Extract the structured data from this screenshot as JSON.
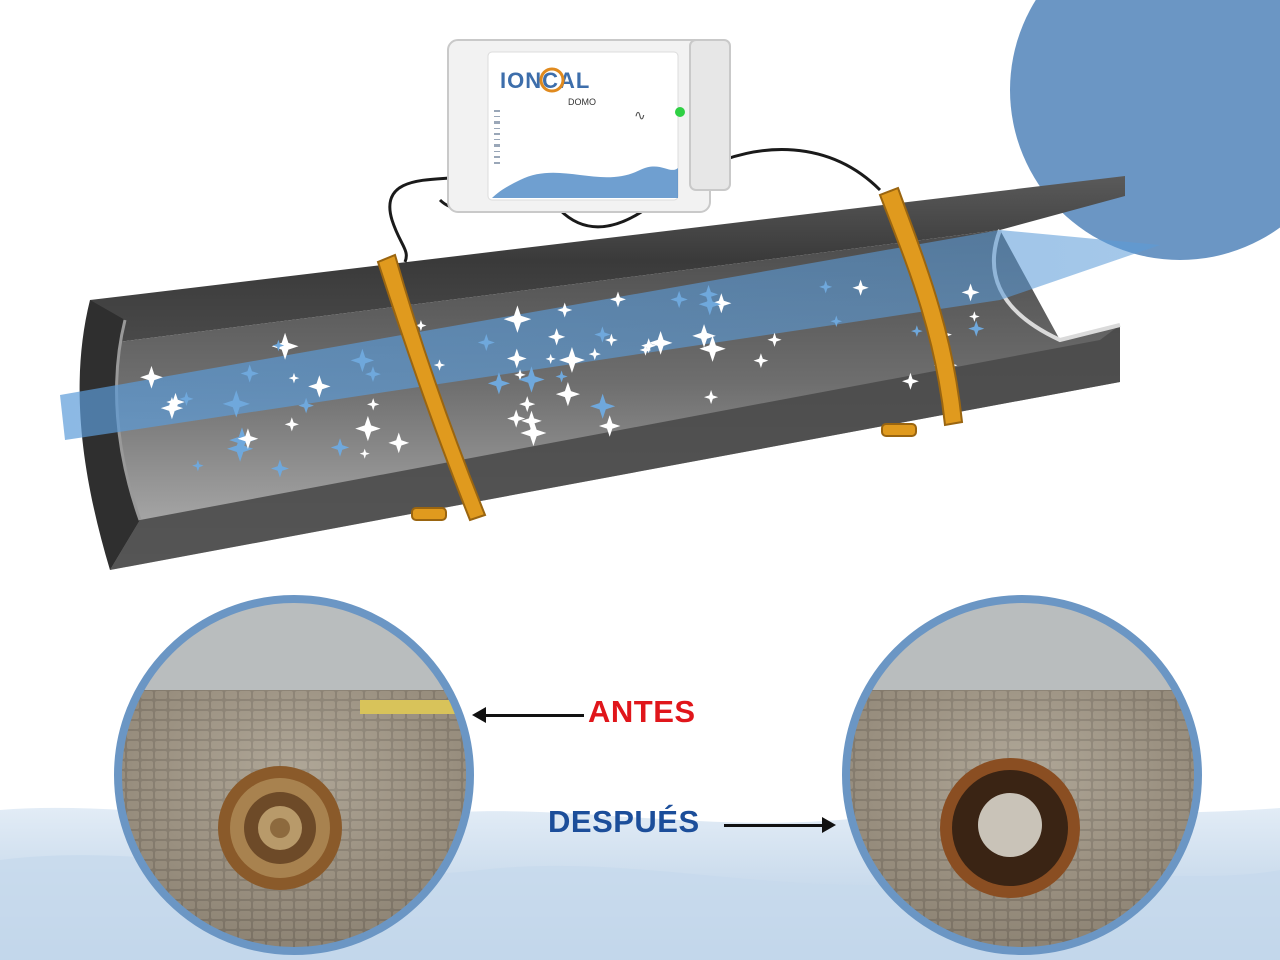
{
  "device": {
    "brand": "IONCAL",
    "model": "DOMO",
    "led_color": "#2fd044"
  },
  "comparison": {
    "before_label": "ANTES",
    "after_label": "DESPUÉS",
    "before_color": "#e0161b",
    "after_color": "#1c4e9a"
  },
  "colors": {
    "accent_circle": "#6b96c4",
    "pipe_dark": "#3a3a3a",
    "clamp": "#e09a1e",
    "water_flow": "#5b9bd8"
  }
}
